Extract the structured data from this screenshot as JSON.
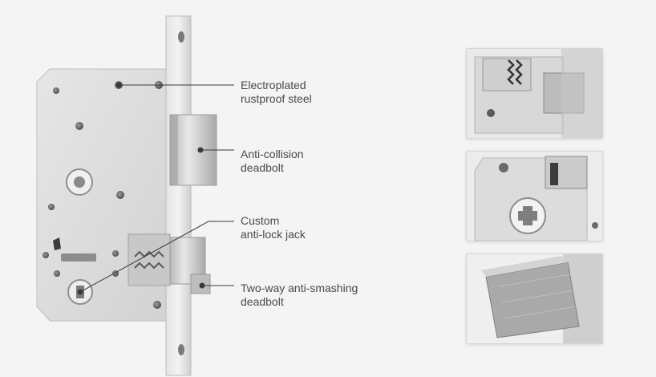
{
  "callouts": [
    {
      "line1": "Electroplated",
      "line2": "rustproof steel"
    },
    {
      "line1": "Anti-collision",
      "line2": "deadbolt"
    },
    {
      "line1": "Custom",
      "line2": "anti-lock jack"
    },
    {
      "line1": "Two-way anti-smashing",
      "line2": "deadbolt"
    }
  ],
  "colors": {
    "background": "#f4f4f4",
    "steel": "#dcdcdc",
    "callout_line": "#3a3a3a",
    "callout_text": "#4a4a4a"
  },
  "thumbnails": [
    {
      "icon": "latch-spring-closeup"
    },
    {
      "icon": "cylinder-hole-closeup"
    },
    {
      "icon": "deadbolt-closeup"
    }
  ]
}
